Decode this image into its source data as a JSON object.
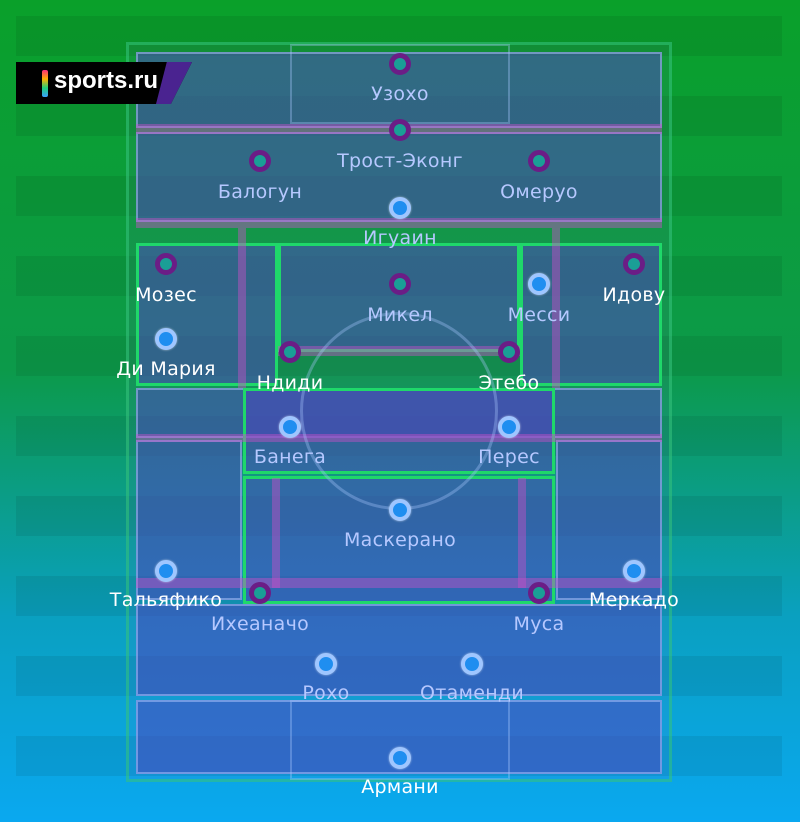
{
  "logo": {
    "text": "sports.ru"
  },
  "colors": {
    "nigeria_dot": "#1a9f96",
    "nigeria_ring": "#6b1d86",
    "argentina_dot": "#1f8ef0",
    "green_zone": "#1fd86a",
    "pink_band": "#c850c8"
  },
  "players": {
    "nigeria": [
      {
        "name": "Узохо"
      },
      {
        "name": "Трост-Эконг"
      },
      {
        "name": "Балогун"
      },
      {
        "name": "Омеруо"
      },
      {
        "name": "Мозес"
      },
      {
        "name": "Идову"
      },
      {
        "name": "Микел"
      },
      {
        "name": "Ндиди"
      },
      {
        "name": "Этебо"
      },
      {
        "name": "Ихеаначо"
      },
      {
        "name": "Муса"
      }
    ],
    "argentina": [
      {
        "name": "Игуаин"
      },
      {
        "name": "Месси"
      },
      {
        "name": "Ди Мария"
      },
      {
        "name": "Банега"
      },
      {
        "name": "Перес"
      },
      {
        "name": "Маскерано"
      },
      {
        "name": "Тальяфико"
      },
      {
        "name": "Меркадо"
      },
      {
        "name": "Рохо"
      },
      {
        "name": "Отаменди"
      },
      {
        "name": "Армани"
      }
    ]
  }
}
